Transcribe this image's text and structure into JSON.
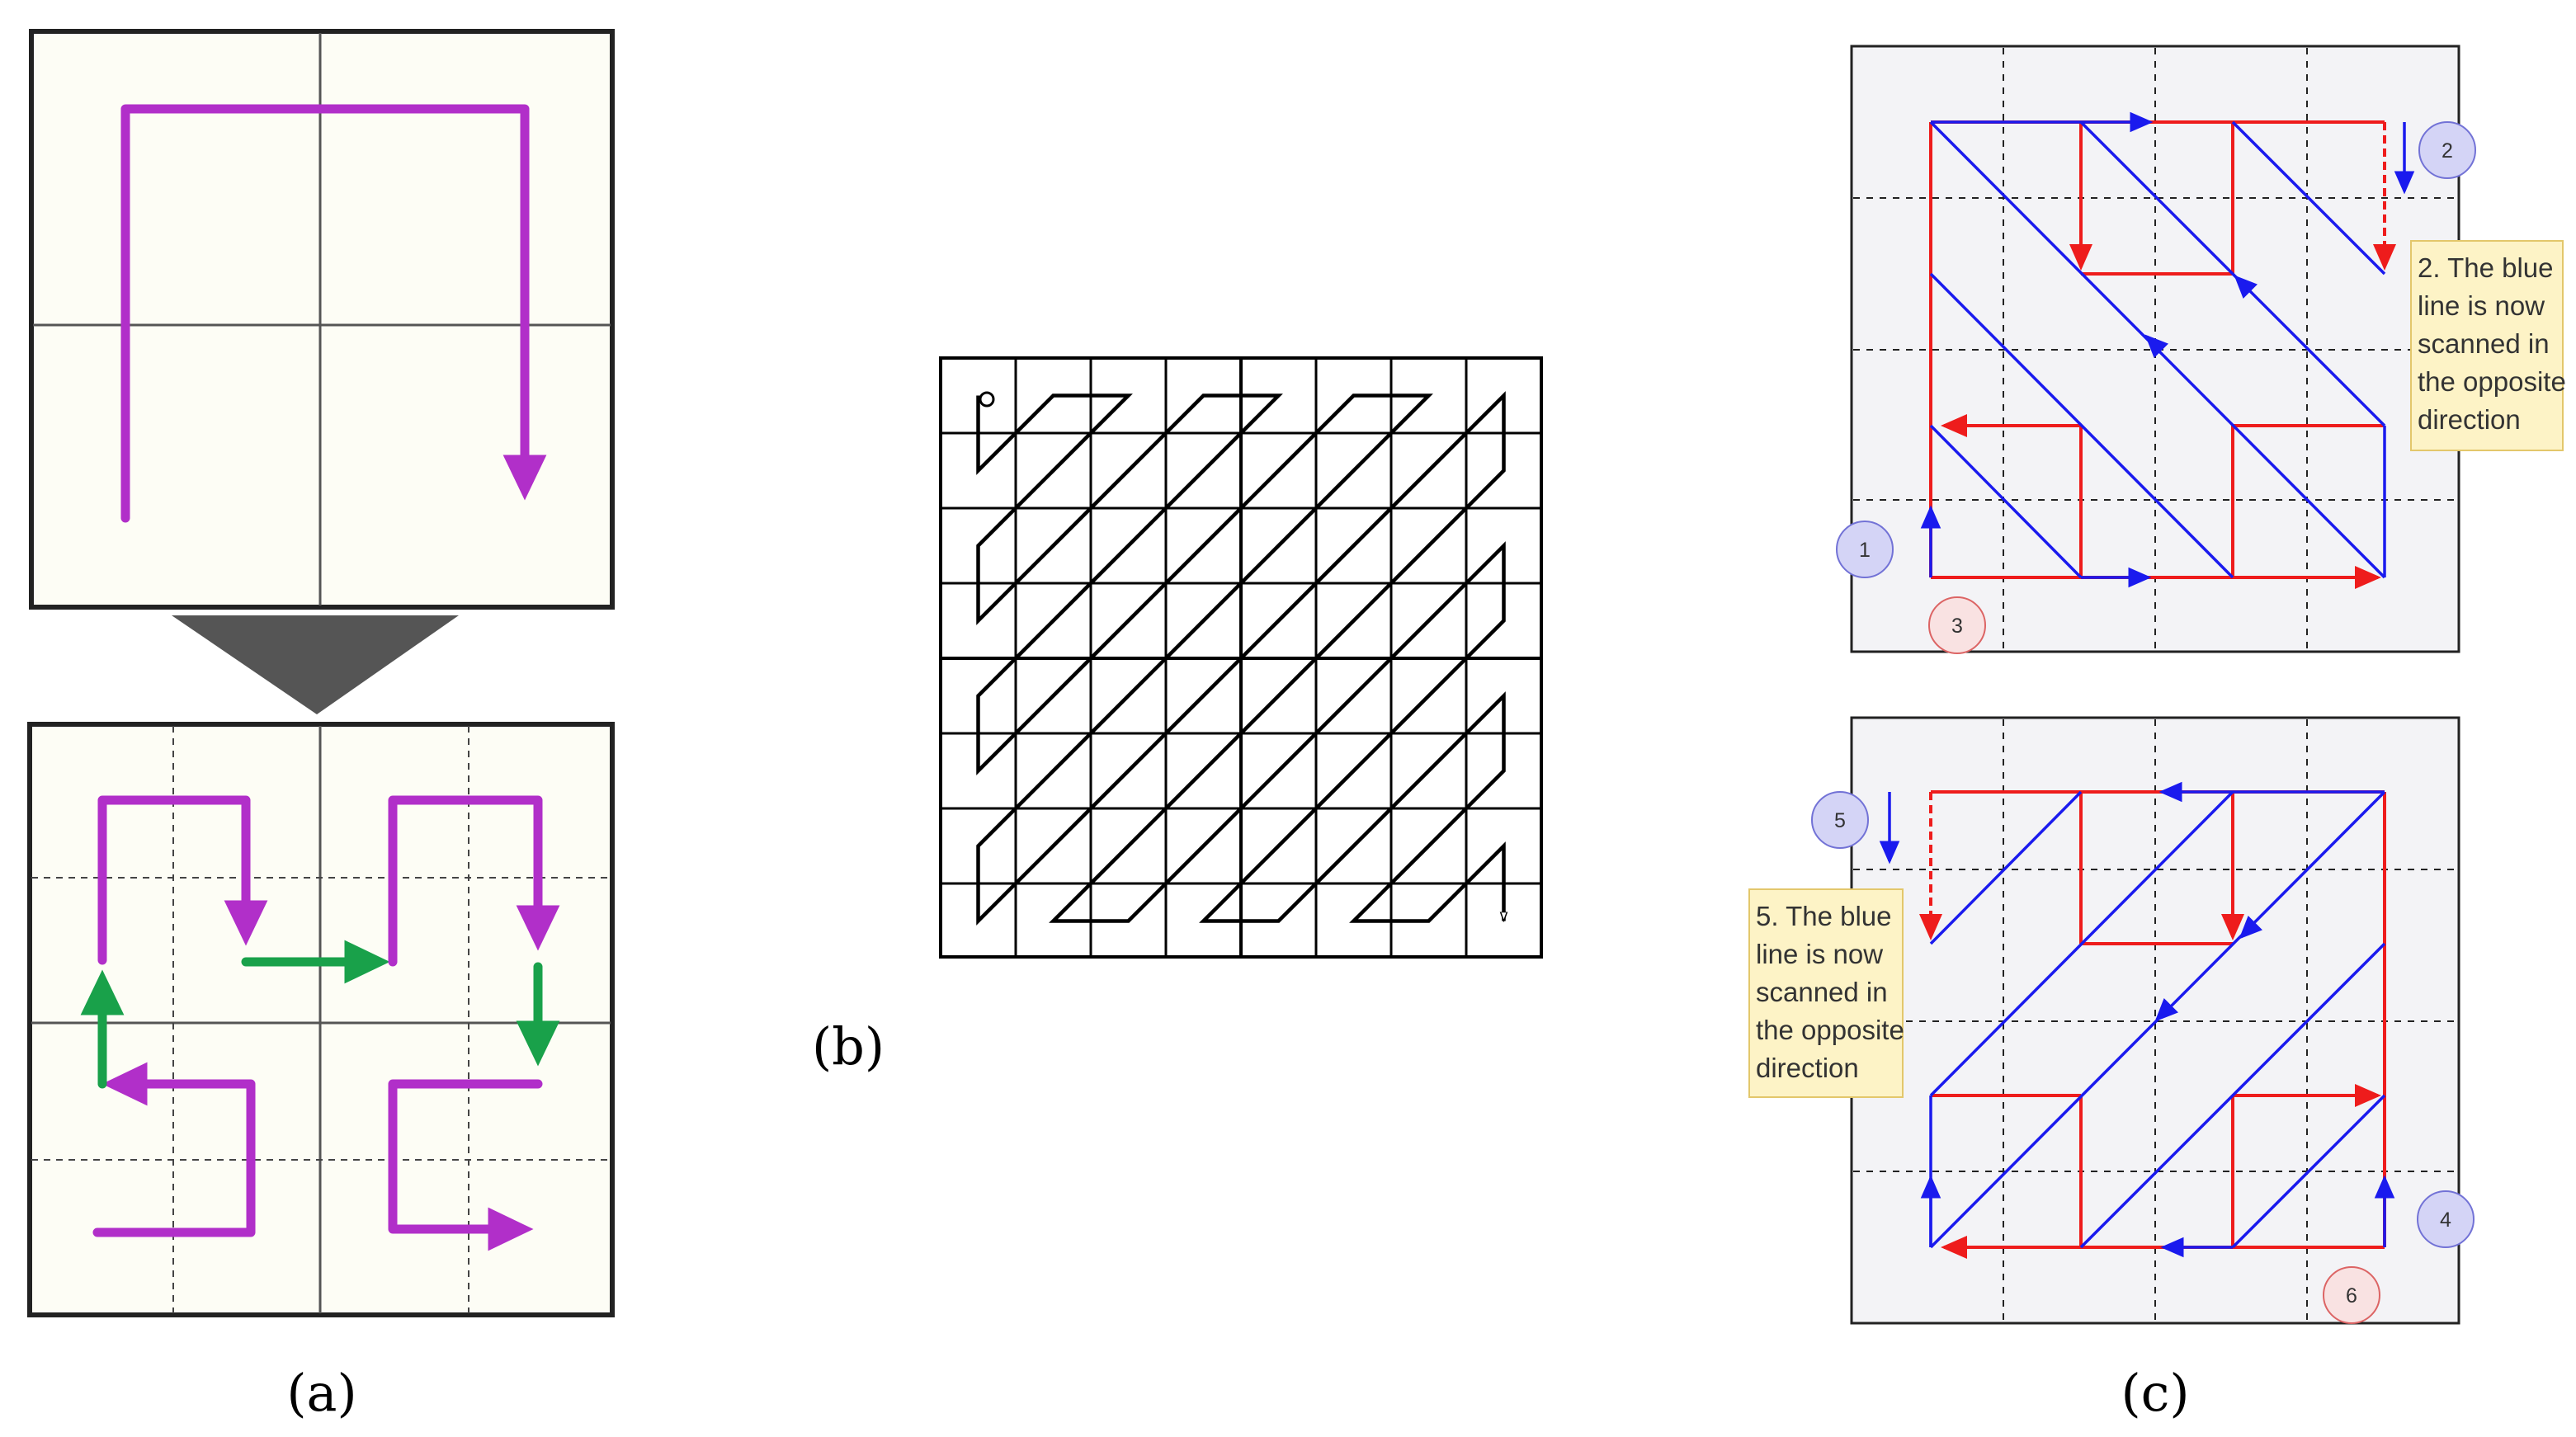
{
  "labels": {
    "a": "(a)",
    "b": "(b)",
    "c": "(c)"
  },
  "panel_c": {
    "top": {
      "badges": [
        "1",
        "2",
        "3"
      ],
      "note_lines": [
        "2. The blue",
        "line is now",
        "scanned in",
        "the opposite",
        "direction"
      ]
    },
    "bottom": {
      "badges": [
        "4",
        "5",
        "6"
      ],
      "note_lines": [
        "5. The blue",
        "line is now",
        "scanned in",
        "the opposite",
        "direction"
      ]
    }
  },
  "colors": {
    "magenta": "#b12fc9",
    "green": "#19a14a",
    "blue": "#1a1aee",
    "red": "#ee1c1c",
    "panel_bg": "#fdfdf5",
    "grid_bg": "#f3f3f6",
    "note_bg": "#fdf3c6",
    "note_border": "#e3c76b",
    "badge_blue_fill": "#d4d4f6",
    "badge_blue_stroke": "#7272d6",
    "badge_red_fill": "#f9e2e2",
    "badge_red_stroke": "#dc6464"
  }
}
